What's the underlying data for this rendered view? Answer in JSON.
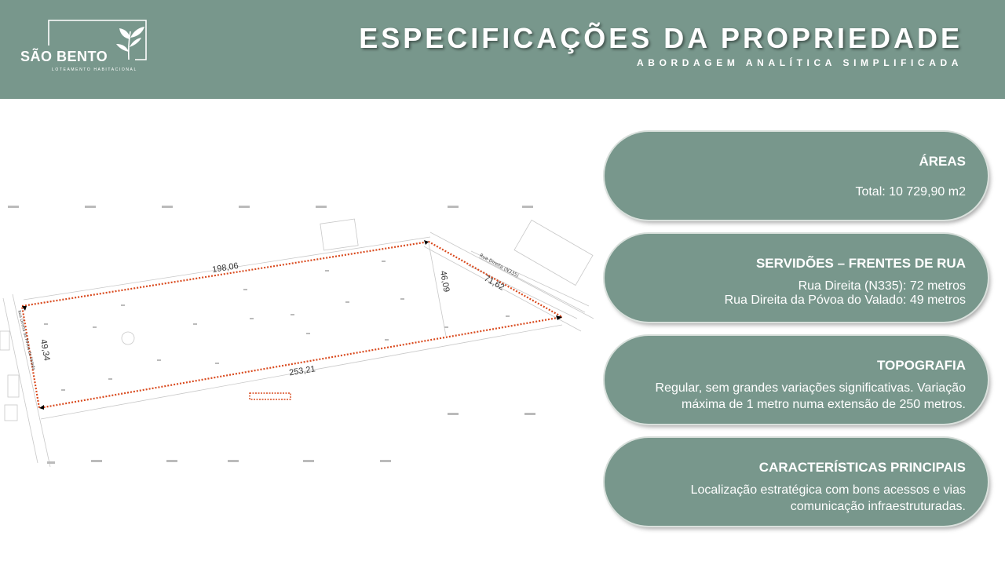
{
  "header": {
    "logo_name": "SÃO BENTO",
    "logo_tagline": "LOTEAMENTO HABITACIONAL",
    "title": "ESPECIFICAÇÕES DA PROPRIEDADE",
    "subtitle": "ABORDAGEM ANALÍTICA SIMPLIFICADA"
  },
  "plan": {
    "dim_top": "198,06",
    "dim_bottom": "253,21",
    "dim_left": "49,34",
    "dim_inner": "46,09",
    "dim_right": "71,62",
    "street_right": "Rua Direita (N335)",
    "street_left": "Rua Direita da Póvoa do Valado"
  },
  "cards": [
    {
      "title": "ÁREAS",
      "lines": [
        "Total: 10 729,90 m2"
      ]
    },
    {
      "title": "SERVIDÕES – FRENTES DE RUA",
      "lines": [
        "Rua Direita (N335): 72 metros",
        "Rua Direita da Póvoa do Valado: 49 metros"
      ]
    },
    {
      "title": "TOPOGRAFIA",
      "lines": [
        "Regular, sem grandes variações significativas. Variação",
        "máxima de 1 metro numa extensão de 250 metros."
      ]
    },
    {
      "title": "CARACTERÍSTICAS PRINCIPAIS",
      "lines": [
        "Localização estratégica com bons acessos e vias",
        "comunicação infraestruturadas."
      ]
    }
  ],
  "colors": {
    "header": "#78978c",
    "card": "#78978c",
    "boundary": "#d94a1e"
  }
}
